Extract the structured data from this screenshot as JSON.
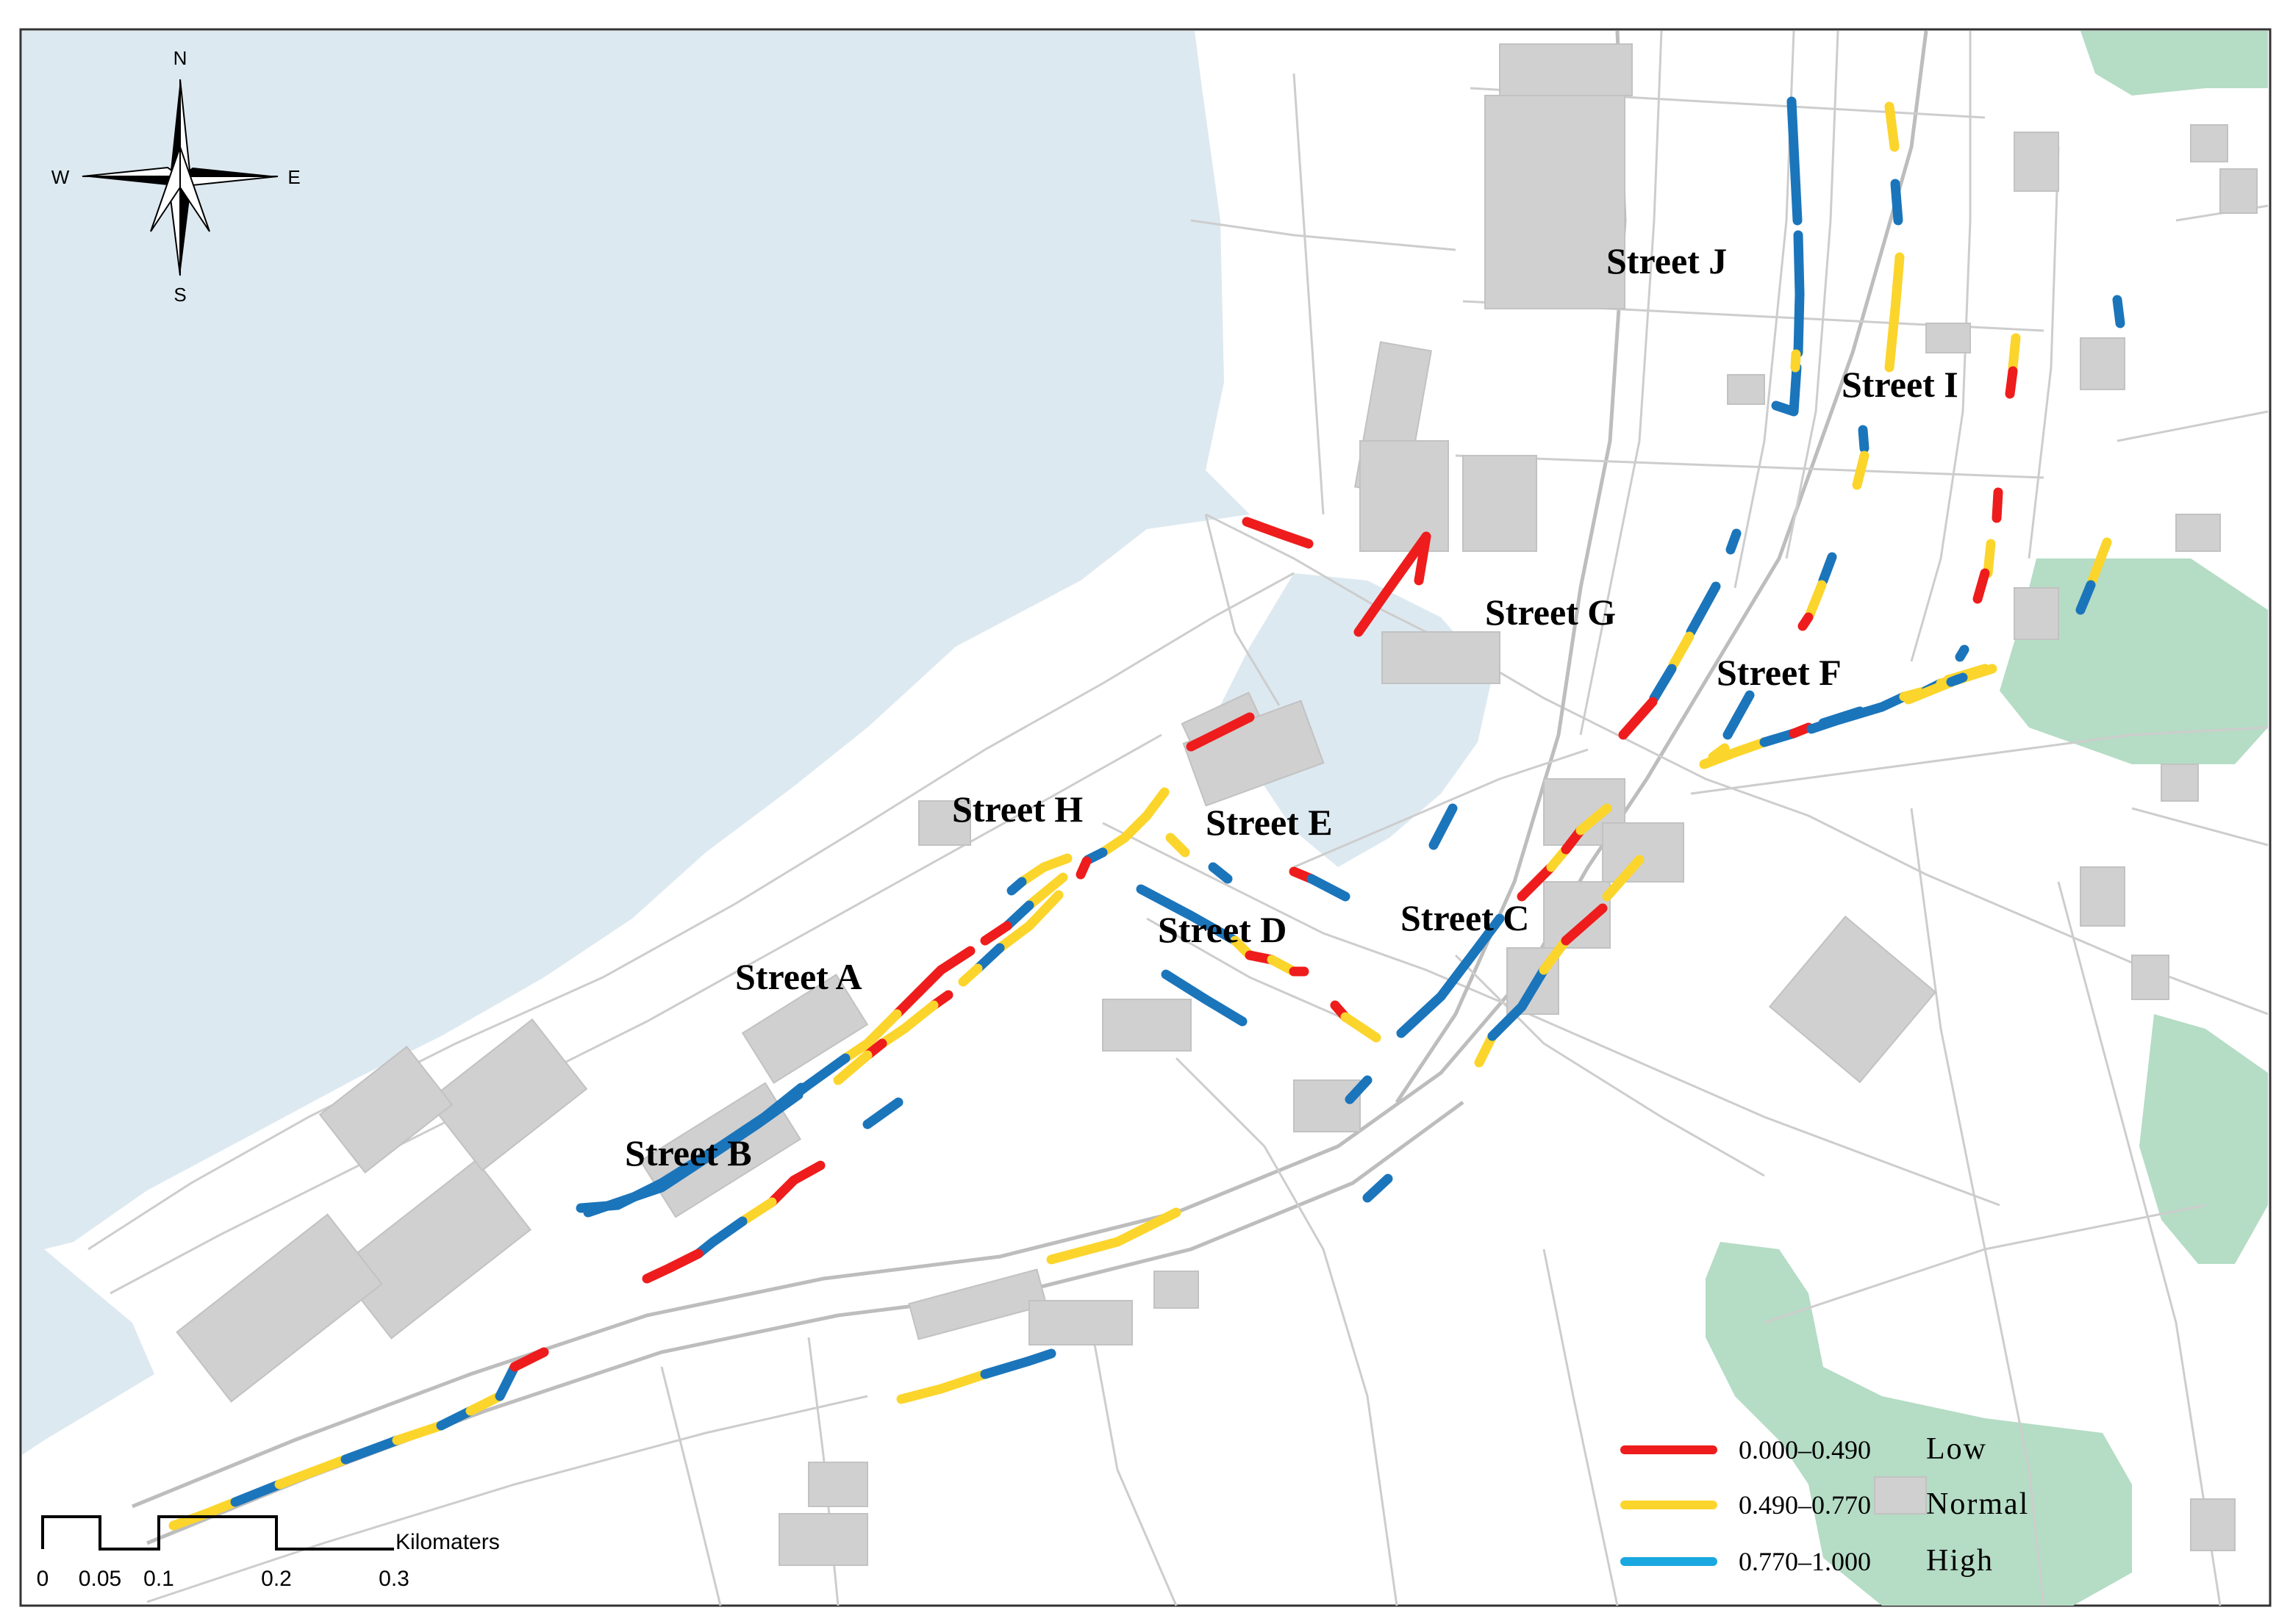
{
  "compass": {
    "n": "N",
    "s": "S",
    "e": "E",
    "w": "W"
  },
  "streets": {
    "a": "Street  A",
    "b": "Street  B",
    "c": "Street  C",
    "d": "Street  D",
    "e": "Street  E",
    "f": "Street  F",
    "g": "Street  G",
    "h": "Street  H",
    "i": "Street  I",
    "j": "Street  J"
  },
  "scale_bar": {
    "unit": "Kilomaters",
    "ticks": [
      "0",
      "0.05",
      "0.1",
      "0.2",
      "0.3"
    ]
  },
  "legend": {
    "low": {
      "range": "0.000–0.490",
      "label": "Low",
      "color": "#ee1c1c"
    },
    "normal": {
      "range": "0.490–0.770",
      "label": "Normal",
      "color": "#fbd52c"
    },
    "high": {
      "range": "0.770–1.000",
      "label": "High",
      "color": "#1b75bb",
      "legend_color": "#1aa8e0"
    }
  },
  "colors": {
    "water": "#dde9f0",
    "park": "#b5dcc5",
    "building": "#d0d0d0",
    "road": "#cdcdcd"
  }
}
